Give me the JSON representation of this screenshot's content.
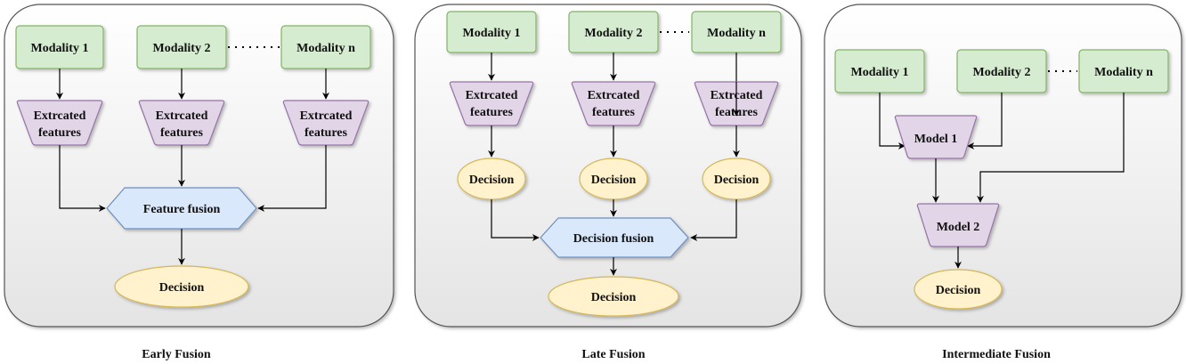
{
  "colors": {
    "panel_fill": "#e6e6e6",
    "panel_stroke": "#555555",
    "modality_fill": "#d6ecd0",
    "modality_stroke": "#82b366",
    "feature_fill": "#e1d5e7",
    "feature_stroke": "#9673a6",
    "decision_fill": "#fff2cc",
    "decision_stroke": "#d6b656",
    "fusion_fill": "#dae8fc",
    "fusion_stroke": "#6c8ebf",
    "line": "#000000"
  },
  "early": {
    "caption": "Early Fusion",
    "modality_1": "Modality 1",
    "modality_2": "Modality 2",
    "modality_n": "Modality n",
    "features_line1": "Extrcated",
    "features_line2": "features",
    "fusion": "Feature fusion",
    "decision": "Decision"
  },
  "late": {
    "caption": "Late Fusion",
    "modality_1": "Modality 1",
    "modality_2": "Modality 2",
    "modality_n": "Modality n",
    "features_line1": "Extrcated",
    "features_line2": "features",
    "decision": "Decision",
    "fusion": "Decision fusion",
    "final_decision": "Decision"
  },
  "intermediate": {
    "caption": "Intermediate Fusion",
    "modality_1": "Modality 1",
    "modality_2": "Modality 2",
    "modality_n": "Modality n",
    "model_1": "Model 1",
    "model_2": "Model 2",
    "decision": "Decision"
  }
}
